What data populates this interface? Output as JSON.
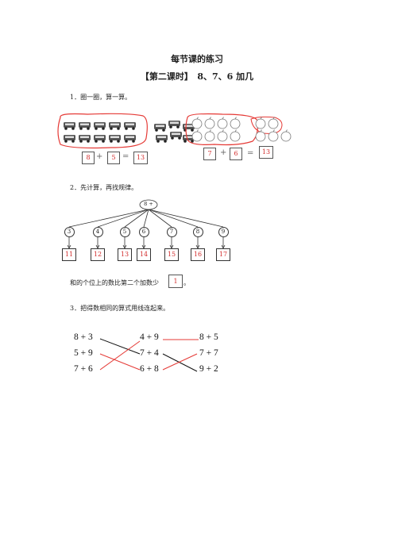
{
  "doc": {
    "title": "每节课的练习",
    "subtitle": "【第二课时】　8、7、6 加几"
  },
  "q1": {
    "label": "1．圈一圈，算一算。",
    "left": {
      "a": "8",
      "op": "+",
      "b": "5",
      "eq": "=",
      "result": "13"
    },
    "right": {
      "a": "7",
      "op": "+",
      "b": "6",
      "eq": "=",
      "result": "13"
    }
  },
  "q2": {
    "label": "2．先计算，再找规律。",
    "root": "8 +",
    "addends": [
      "3",
      "4",
      "5",
      "6",
      "7",
      "8",
      "9"
    ],
    "results": [
      "11",
      "12",
      "13",
      "14",
      "15",
      "16",
      "17"
    ],
    "sentence_before": "和的个位上的数比第二个加数少",
    "answer": "1",
    "sentence_after": "。"
  },
  "q3": {
    "label": "3．把得数相同的算式用线连起来。",
    "col1": [
      "8 + 3",
      "5 + 9",
      "7 + 6"
    ],
    "col2": [
      "4 + 9",
      "7 + 4",
      "6 + 8"
    ],
    "col3": [
      "8 + 5",
      "7 + 7",
      "9 + 2"
    ]
  },
  "colors": {
    "answer_red": "#d32f2f",
    "line_red": "#e53935",
    "line_black": "#111111"
  }
}
